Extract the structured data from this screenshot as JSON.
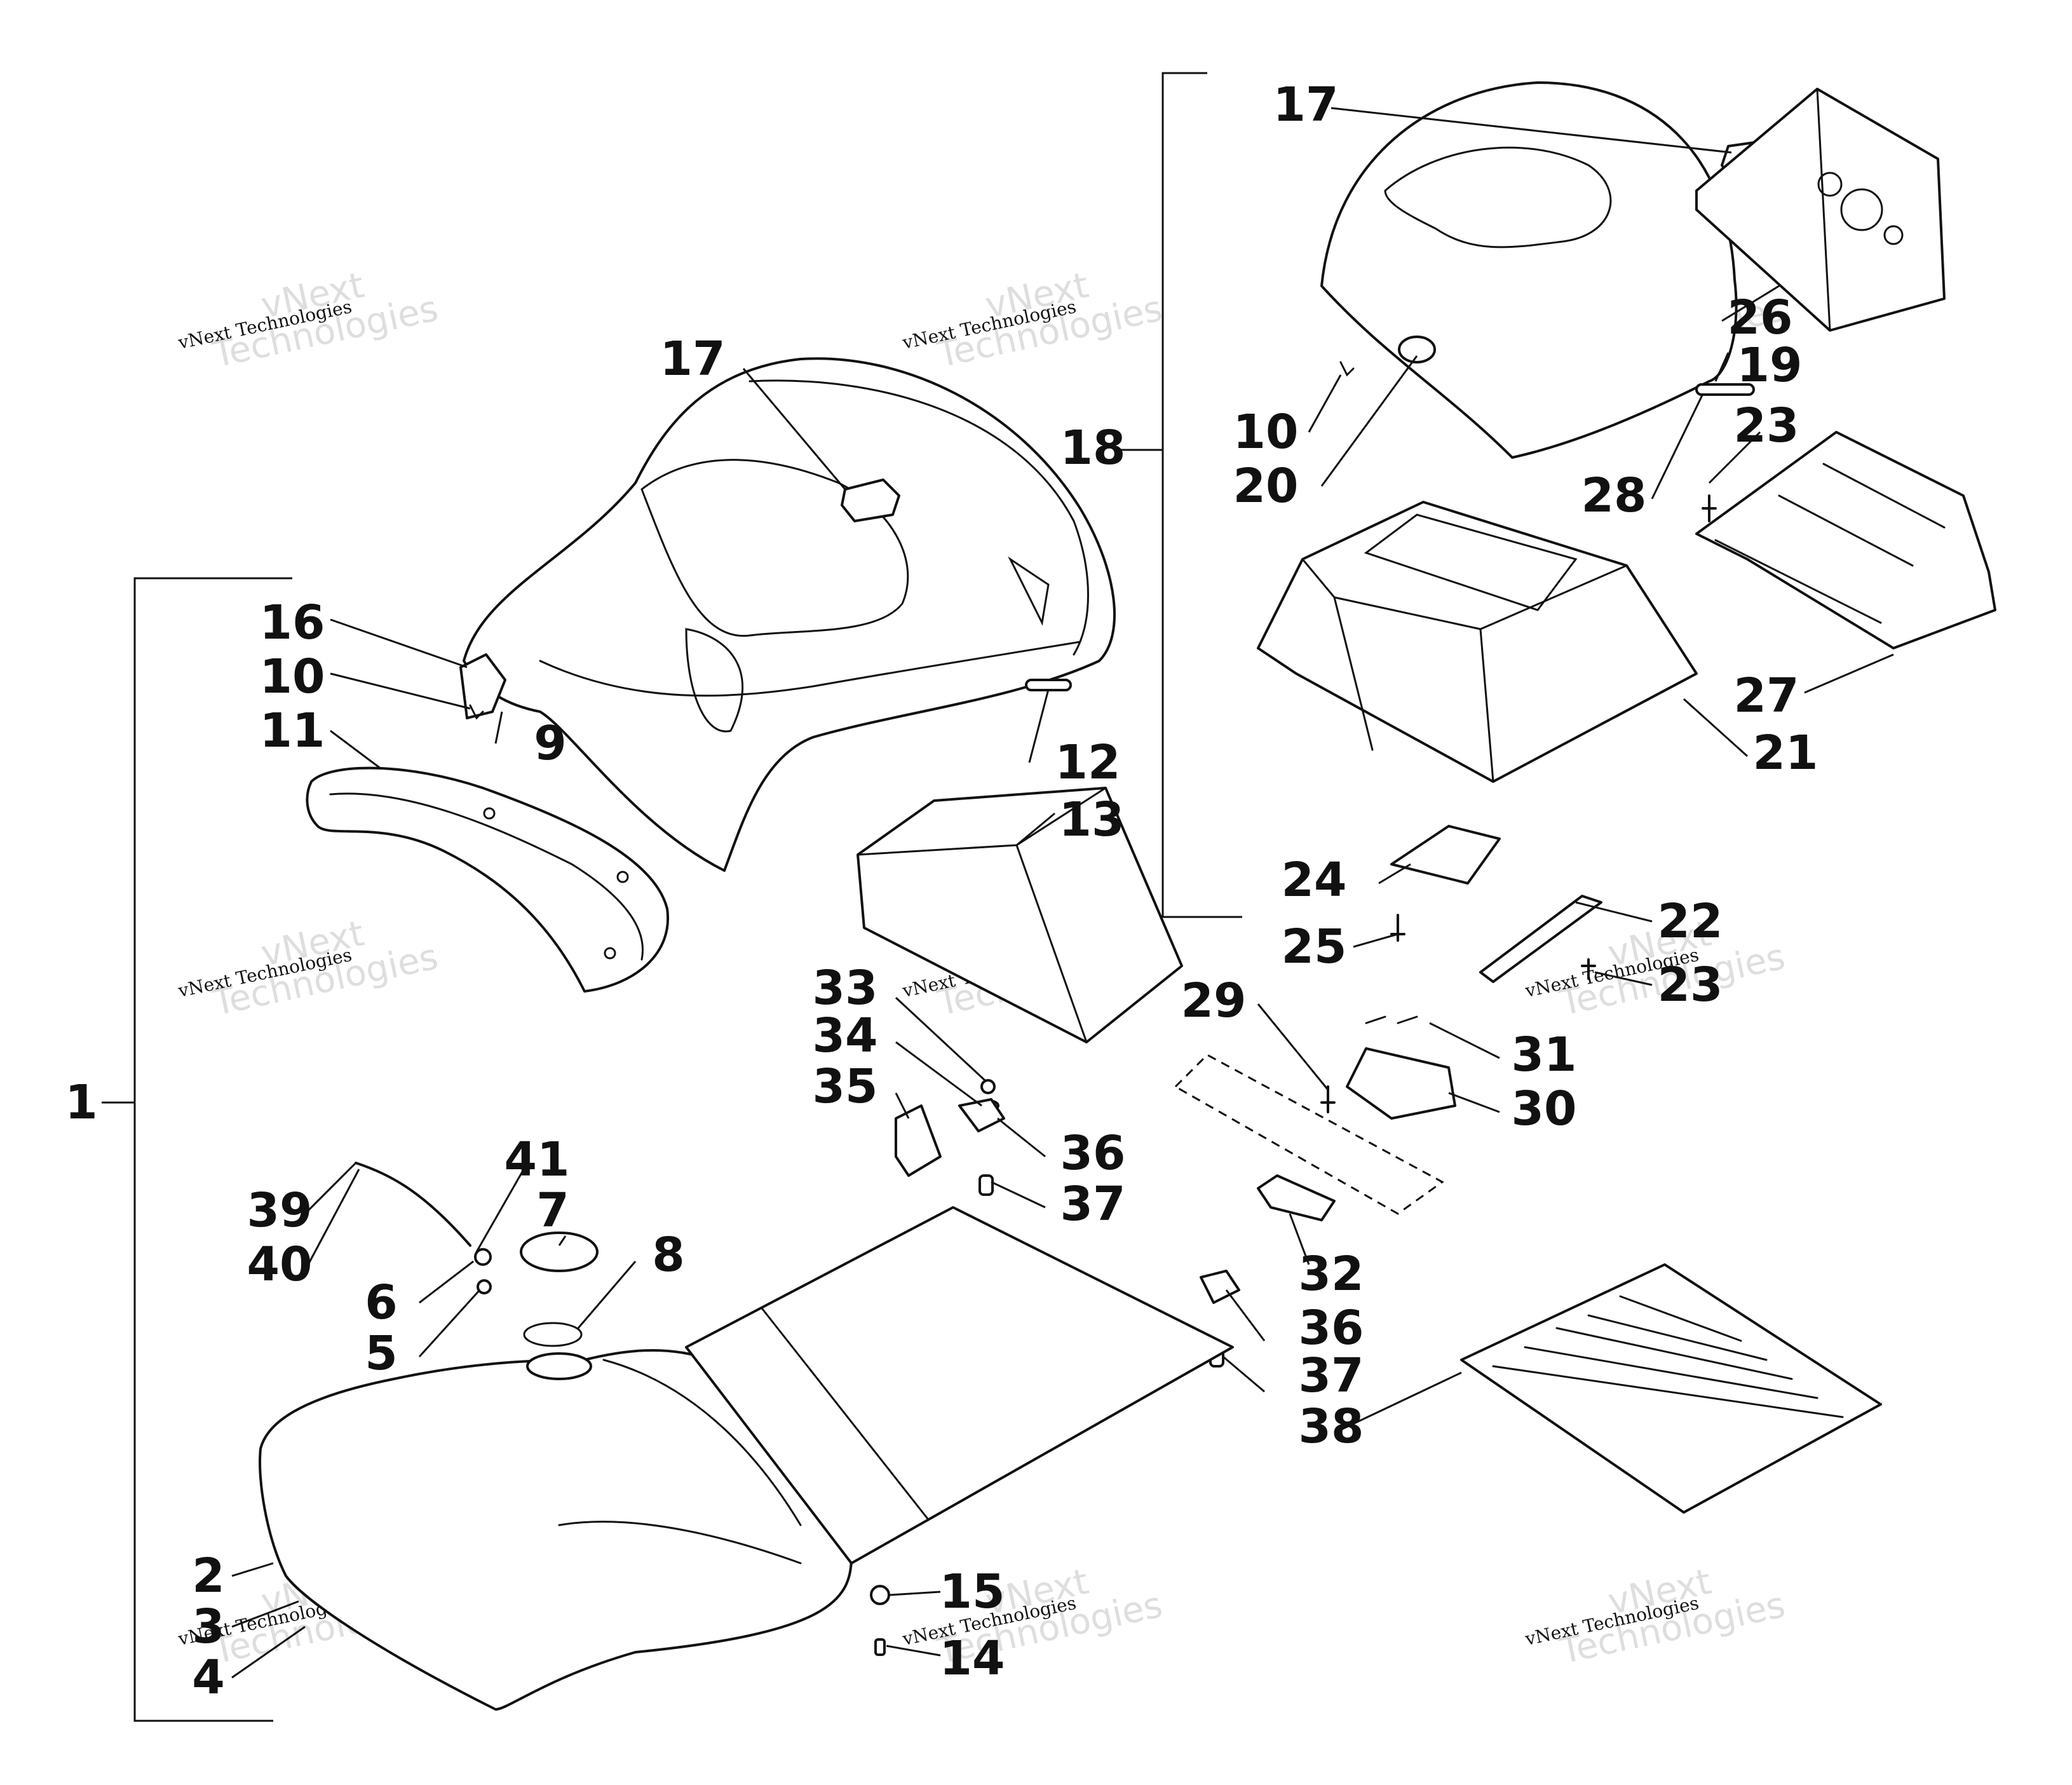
{
  "diagram": {
    "type": "exploded-parts-diagram",
    "watermark": {
      "small": "vNext Technologies",
      "large_line1": "vNext",
      "large_line2": "Technologies"
    },
    "callouts": [
      "1",
      "2",
      "3",
      "4",
      "5",
      "6",
      "7",
      "8",
      "9",
      "10",
      "10",
      "11",
      "12",
      "13",
      "14",
      "15",
      "16",
      "17",
      "17",
      "18",
      "19",
      "20",
      "21",
      "22",
      "23",
      "23",
      "24",
      "25",
      "26",
      "27",
      "28",
      "29",
      "30",
      "31",
      "32",
      "33",
      "34",
      "35",
      "36",
      "36",
      "37",
      "37",
      "38",
      "39",
      "40",
      "41"
    ],
    "line_color": "#111111",
    "background": "#ffffff"
  }
}
